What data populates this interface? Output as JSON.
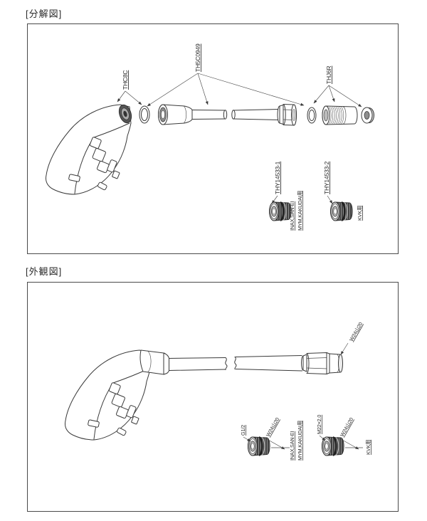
{
  "page": {
    "background": "#ffffff",
    "line_color": "#3a3a3a"
  },
  "exploded": {
    "title": "[分解図]",
    "parts": {
      "shower_head_code": "THC8C",
      "hose_code": "TH5C0949",
      "joint_code": "THJ6R",
      "adapter1_code": "THY14533-1",
      "adapter2_code": "THY14533-2",
      "adapter1_note1": "INAX,SAN-EI",
      "adapter1_note2": "MYM,KAKUDAI用",
      "adapter2_note": "KVK用"
    }
  },
  "external": {
    "title": "[外観図]",
    "labels": {
      "hose_end_thread": "W24山20",
      "adapter1_thread": "G1/2",
      "adapter1_hose_thread": "W24山20",
      "adapter1_note1": "INAX,SAN-EI",
      "adapter1_note2": "MYM,KAKUDAI用",
      "adapter2_thread": "M22×2.0",
      "adapter2_hose_thread": "W24山20",
      "adapter2_note": "KVK用"
    }
  }
}
